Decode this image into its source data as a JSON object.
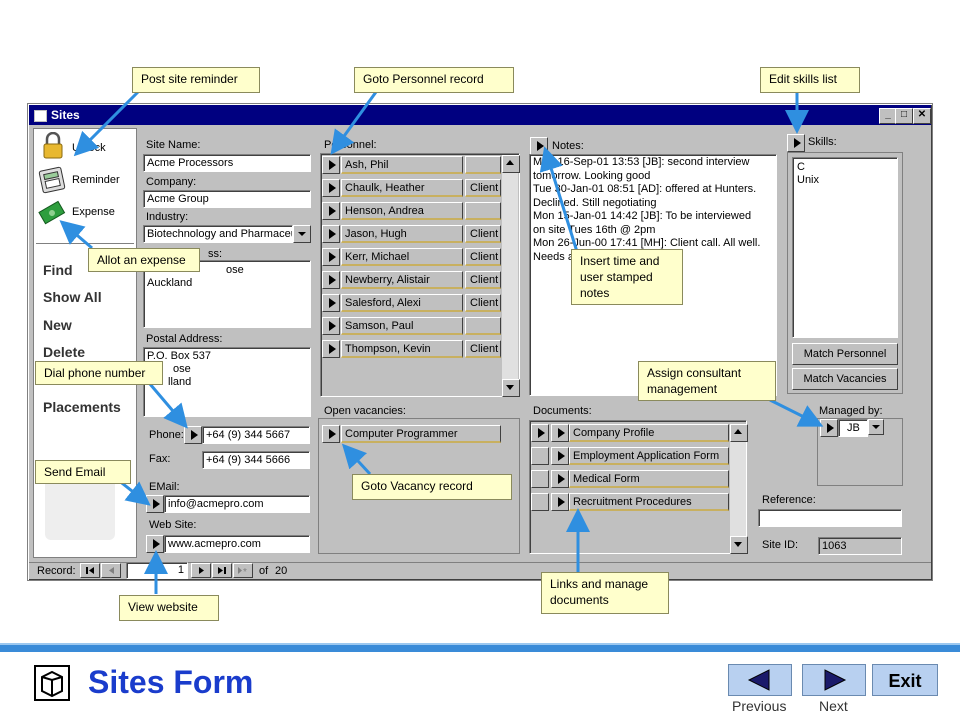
{
  "window": {
    "title": "Sites"
  },
  "sidebar": {
    "unlock": "Unlock",
    "reminder": "Reminder",
    "expense": "Expense",
    "find": "Find",
    "show_all": "Show All",
    "new": "New",
    "delete": "Delete",
    "placements": "Placements"
  },
  "site": {
    "site_name_label": "Site Name:",
    "site_name": "Acme Processors",
    "company_label": "Company:",
    "company": "Acme Group",
    "industry_label": "Industry:",
    "industry": "Biotechnology and Pharmaceu",
    "street_label": "ss:",
    "street_line1": "ose",
    "street_line2": "Auckland",
    "postal_label": "Postal Address:",
    "postal_line1": "P.O. Box 537",
    "postal_line2": "ose",
    "postal_line3": "lland",
    "phone_label": "Phone:",
    "phone": "+64 (9) 344 5667",
    "fax_label": "Fax:",
    "fax": "+64 (9) 344 5666",
    "email_label": "EMail:",
    "email": "info@acmepro.com",
    "web_label": "Web Site:",
    "web": "www.acmepro.com"
  },
  "personnel": {
    "label": "Personnel:",
    "rows": [
      {
        "name": "Ash, Phil",
        "type": ""
      },
      {
        "name": "Chaulk, Heather",
        "type": "Client"
      },
      {
        "name": "Henson, Andrea",
        "type": ""
      },
      {
        "name": "Jason, Hugh",
        "type": "Client"
      },
      {
        "name": "Kerr, Michael",
        "type": "Client"
      },
      {
        "name": "Newberry, Alistair",
        "type": "Client"
      },
      {
        "name": "Salesford, Alexi",
        "type": "Client"
      },
      {
        "name": "Samson, Paul",
        "type": ""
      },
      {
        "name": "Thompson, Kevin",
        "type": "Client"
      }
    ]
  },
  "notes": {
    "label": "Notes:",
    "lines": [
      "Mon 16-Sep-01 13:53 [JB]: second interview",
      "tomorrow. Looking good",
      "Tue 30-Jan-01 08:51 [AD]: offered at Hunters.",
      "Declined. Still negotiating",
      "Mon 15-Jan-01 14:42 [JB]: To be interviewed",
      "on site Tues 16th @ 2pm",
      "Mon 26-Jun-00 17:41 [MH]: Client call. All well.",
      "Needs a"
    ]
  },
  "skills": {
    "label": "Skills:",
    "items": [
      "C",
      "Unix"
    ],
    "match_personnel": "Match Personnel",
    "match_vacancies": "Match Vacancies"
  },
  "vacancies": {
    "label": "Open vacancies:",
    "items": [
      "Computer Programmer"
    ]
  },
  "documents": {
    "label": "Documents:",
    "items": [
      "Company Profile",
      "Employment Application Form",
      "Medical Form",
      "Recruitment Procedures"
    ]
  },
  "managed": {
    "label": "Managed by:",
    "value": "JB"
  },
  "reference": {
    "label": "Reference:",
    "value": ""
  },
  "site_id": {
    "label": "Site ID:",
    "value": "1063"
  },
  "record_nav": {
    "label": "Record:",
    "current": "1",
    "of_label": "of",
    "total": "20"
  },
  "callouts": {
    "post_reminder": "Post site reminder",
    "goto_personnel": "Goto Personnel record",
    "edit_skills": "Edit skills list",
    "allot_expense": "Allot an expense",
    "insert_time": "Insert time and user stamped notes",
    "assign_consultant": "Assign consultant management",
    "dial_phone": "Dial phone number",
    "send_email": "Send Email",
    "goto_vacancy": "Goto Vacancy record",
    "links_documents": "Links and manage documents",
    "view_website": "View website"
  },
  "footer": {
    "title": "Sites Form",
    "previous": "Previous",
    "next": "Next",
    "exit": "Exit"
  },
  "colors": {
    "title_blue": "#1a3ccc",
    "footer_bar": "#3a8bd8",
    "arrow_blue": "#2f8fe0"
  }
}
